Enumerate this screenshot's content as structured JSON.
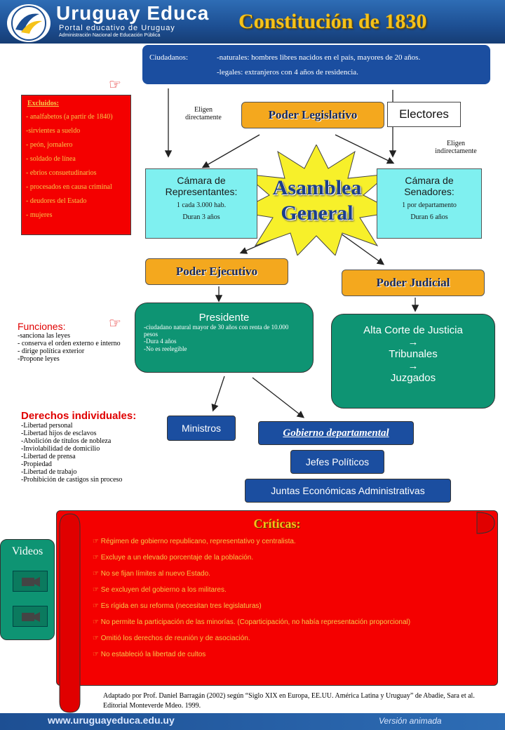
{
  "header": {
    "logo_title": "Uruguay Educa",
    "logo_subtitle": "Portal educativo de Uruguay",
    "logo_subtitle2": "Administración Nacional de Educación Pública",
    "page_title": "Constitución de 1830"
  },
  "ciudadanos": {
    "label": "Ciudadanos:",
    "naturales": "-naturales: hombres libres nacidos en el país, mayores de 20 años.",
    "legales": "-legales:  extranjeros con 4 años de residencia."
  },
  "excluidos": {
    "title": "Excluidos:",
    "items": [
      "- analfabetos  (a partir de 1840)",
      "-sirvientes a sueldo",
      "- peón, jornalero",
      "- soldado de línea",
      "- ebrios consuetudinarios",
      "- procesados en causa criminal",
      "- deudores del Estado",
      "- mujeres"
    ]
  },
  "labels": {
    "eligen_directamente_1": "Eligen",
    "eligen_directamente_2": "directamente",
    "eligen_indirectamente_1": "Eligen",
    "eligen_indirectamente_2": "indirectamente"
  },
  "poder_legislativo": "Poder Legislativo",
  "electores": "Electores",
  "asamblea_1": "Asamblea",
  "asamblea_2": "General",
  "camara_representantes": {
    "title1": "Cámara de",
    "title2": "Representantes:",
    "line1": "1 cada 3.000 hab.",
    "line2": "Duran 3 años"
  },
  "camara_senadores": {
    "title1": "Cámara de",
    "title2": "Senadores:",
    "line1": "1 por departamento",
    "line2": "Duran 6 años"
  },
  "poder_ejecutivo": "Poder Ejecutivo",
  "poder_judicial": "Poder Judicial",
  "presidente": {
    "title": "Presidente",
    "line1": "-ciudadano natural mayor de 30 años con renta de 10.000 pesos",
    "line2": "-Dura 4 años",
    "line3": "-No es reelegible"
  },
  "judicial": {
    "line1": "Alta Corte de Justicia",
    "arrow": "→",
    "line2": "Tribunales",
    "line3": "Juzgados"
  },
  "funciones": {
    "title": "Funciones:",
    "items": [
      "-sanciona las leyes",
      "- conserva el orden externo e interno",
      "- dirige política exterior",
      "-Propone leyes"
    ]
  },
  "derechos": {
    "title": "Derechos individuales:",
    "items": [
      "-Libertad personal",
      "-Libertad hijos de esclavos",
      "-Abolición de títulos de nobleza",
      "-Inviolabilidad de domicilio",
      "-Libertad de prensa",
      "-Propiedad",
      "-Libertad de trabajo",
      "-Prohibición de castigos sin proceso"
    ]
  },
  "ministros": "Ministros",
  "gobierno_departamental": "Gobierno departamental",
  "jefes_politicos": "Jefes Políticos",
  "juntas": "Juntas Económicas Administrativas",
  "criticas": {
    "title": "Críticas:",
    "items": [
      "Régimen de gobierno republicano, representativo y centralista.",
      "Excluye a un elevado porcentaje de la población.",
      "No se fijan límites al nuevo Estado.",
      "Se excluyen del gobierno a los militares.",
      "Es rígida en su reforma (necesitan tres legislaturas)",
      "No permite la participación de las minorías. (Coparticipación, no había representación proporcional)",
      "Omitió los derechos de reunión y de asociación.",
      "No estableció la libertad de cultos"
    ]
  },
  "videos": "Videos",
  "reference": "Adaptado por Prof. Daniel Barragán (2002) según “Siglo XIX en Europa, EE.UU. América Latina y Uruguay” de Abadie, Sara et al. Editorial Monteverde Mdeo. 1999.",
  "footer": {
    "url": "www.uruguayeduca.edu.uy",
    "animated": "Versión animada"
  },
  "colors": {
    "title_gold": "#f5c21a",
    "red": "#f40000",
    "green": "#0e9473",
    "cyan": "#7ff0f0",
    "orange": "#f4a81e",
    "navy": "#1b4ea0"
  }
}
